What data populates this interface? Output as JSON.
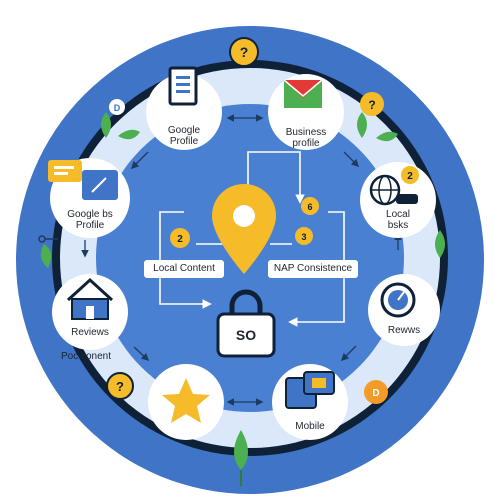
{
  "nodes": {
    "google_profile_top": {
      "line1": "Google",
      "line2": "Profile",
      "icon": "document-icon"
    },
    "business_profile": {
      "line1": "Business",
      "line2": "profile",
      "icon": "gmail-envelope-icon"
    },
    "google_bs_profile": {
      "line1": "Google bs",
      "line2": "Profile",
      "icon": "chat-edit-icon"
    },
    "local_bsks": {
      "line1": "Local",
      "line2": "bsks",
      "badge": "2",
      "icon": "globe-chat-icon"
    },
    "reviews_left": {
      "line1": "Reviews",
      "icon": "house-icon"
    },
    "reviews_right": {
      "line1": "Rewws",
      "icon": "gauge-icon"
    },
    "star_node": {
      "icon": "star-icon"
    },
    "mobile_node": {
      "line1": "Mobile",
      "icon": "mobile-screens-icon"
    }
  },
  "outside": {
    "poc_content": "Poc conent",
    "question_badge": "?",
    "d_badge": "D"
  },
  "center": {
    "local_content": "Local Content",
    "nap_consistence": "NAP Consistence",
    "lock_label": "SO",
    "badge_left": "2",
    "badge_top_right": "6",
    "badge_right": "3"
  },
  "colors": {
    "outer_blue": "#3f74c6",
    "ring_dark": "#0f2137",
    "band_light": "#dbe8fa",
    "inner_blue": "#4a80d1",
    "pin_yellow": "#f5bb29",
    "leaf_green": "#4caf50"
  }
}
